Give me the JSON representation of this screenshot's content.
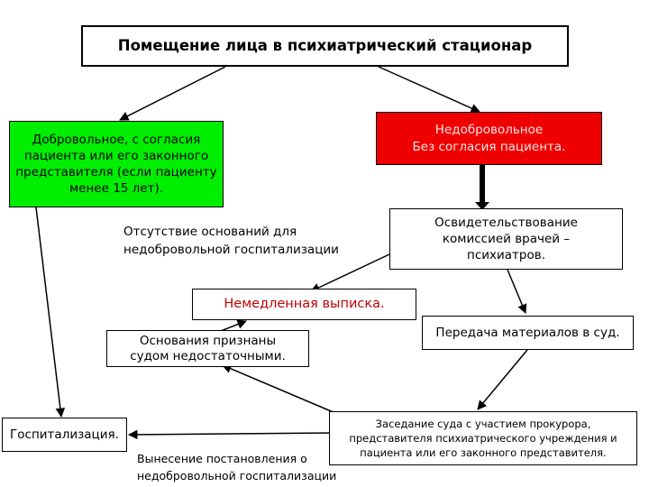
{
  "title": "Помещение лица в психиатрический стационар",
  "voluntary": {
    "text": "Добровольное, с согласия пациента или его законного представителя (если пациенту менее 15 лет).",
    "color": "#00ee00"
  },
  "involuntary": {
    "line1": "Недобровольное",
    "line2": "Без согласия пациента.",
    "color": "#ee0000"
  },
  "examination": {
    "text": "Освидетельствование комиссией врачей – психиатров."
  },
  "no_grounds_label": {
    "line1": "Отсутствие оснований для",
    "line2": "недобровольной госпитализации"
  },
  "immediate_discharge": {
    "text": "Немедленная выписка.",
    "color": "#c00000"
  },
  "transfer_to_court": {
    "text": "Передача материалов в суд."
  },
  "grounds_insufficient": {
    "text": "Основания признаны судом недостаточными."
  },
  "court_session": {
    "text": "Заседание суда с участием прокурора, представителя психиатрического учреждения и пациента или его законного представителя."
  },
  "hospitalization": {
    "text": "Госпитализация."
  },
  "decision_label": {
    "line1": "Вынесение постановления о",
    "line2": "недобровольной госпитализации"
  }
}
